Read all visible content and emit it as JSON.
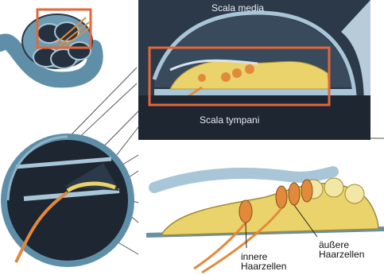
{
  "labels": {
    "scala_media": "Scala media",
    "scala_tympani": "Scala tympani",
    "inner_hair_cells": [
      "innere",
      "Haarzellen"
    ],
    "outer_hair_cells": [
      "äußere",
      "Haarzellen"
    ]
  },
  "colors": {
    "highlight_box": "#e2673a",
    "cochlea_blue": "#5f8fa8",
    "dark_chamber": "#1d2631",
    "membrane_light": "#a9c6d8",
    "cells_yellow": "#e9d36a",
    "hair_cell_orange": "#e28a3c"
  }
}
